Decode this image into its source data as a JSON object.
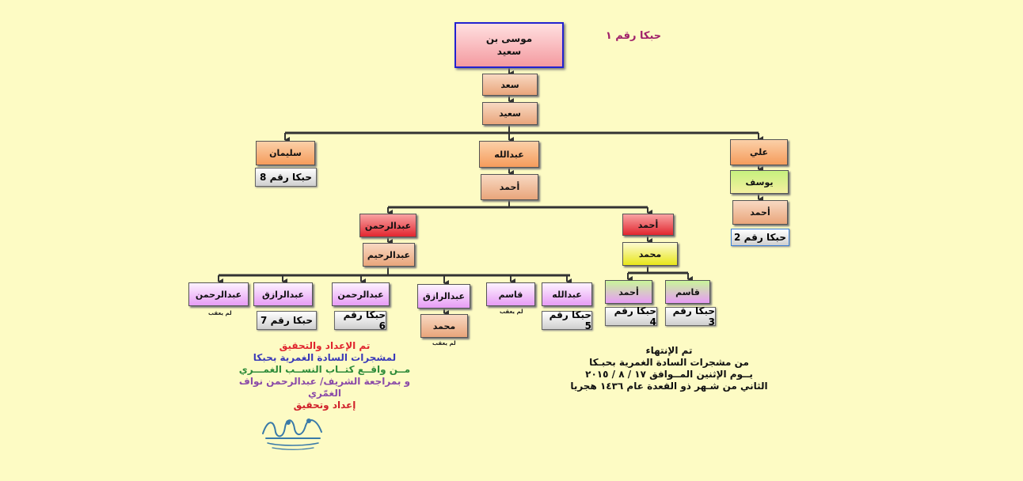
{
  "title": "حبكا رقم ١",
  "root": {
    "line1": "موسى بن",
    "line2": "سعيد"
  },
  "nodes": {
    "saad": "سعد",
    "saeed": "سعيد",
    "sulaiman": "سليمان",
    "abdullah": "عبدالله",
    "ali": "علي",
    "yousef": "يوسف",
    "ahmed_ali": "أحمد",
    "ahmed_main": "أحمد",
    "abdulrahman_top": "عبدالرحمن",
    "abdulraheem": "عبدالرحيم",
    "ahmed_right": "أحمد",
    "mohammed_right": "محمد",
    "g_abdulrahman1": "عبدالرحمن",
    "g_abdulrazzaq1": "عبدالرازق",
    "g_abdulrahman2": "عبدالرحمن",
    "g_abdulrazzaq2": "عبدالرازق",
    "g_qasem1": "قاسم",
    "g_abdullah": "عبدالله",
    "g_ahmed": "أحمد",
    "g_qasem2": "قاسم",
    "g_mohammed": "محمد"
  },
  "tags": {
    "t8": "حبكا رقم 8",
    "t2": "حبكا رقم 2",
    "t7": "حبكا رقم 7",
    "t6": "حبكا رقم 6",
    "t5": "حبكا رقم 5",
    "t4": "حبكا رقم 4",
    "t3": "حبكا رقم 3"
  },
  "no_descendants": "لم يعقب",
  "credits": {
    "line1": "تم الإعداد والتحقيق",
    "line2": "لمشجرات السادة الغمرية بحبكا",
    "line3": "مــن واقــع كتــاب النســب الغمـــري",
    "line4": "و بمراجعة الشريف/ عبدالرحمن نواف الغمّري",
    "line5": "إعداد وتحقيق",
    "colors": {
      "line1": "#e0262f",
      "line2": "#3a3ab8",
      "line3": "#2e8b3a",
      "line4": "#8a4aa8",
      "line5": "#d0202a"
    }
  },
  "completion": {
    "line1": "تم الإنتهاء",
    "line2": "من مشجرات السادة الغمرية بحبـكا",
    "line3": "يــوم الإثنين المــوافق ١٧ / ٨ / ٢٠١٥",
    "line4": "الثاني من شـهر ذو القعدة عام ١٤٣٦ هجريا"
  },
  "signature_icon": "signature-stamp"
}
